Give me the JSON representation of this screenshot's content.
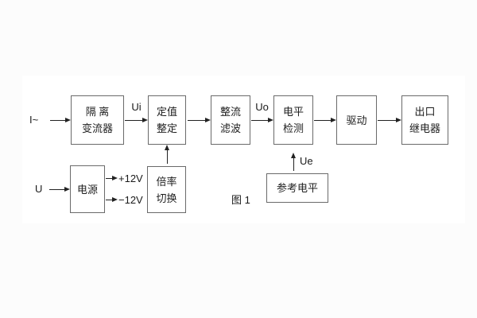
{
  "figure": {
    "caption": "图 1"
  },
  "labels": {
    "input_current": "I~",
    "input_voltage": "U",
    "ui": "Ui",
    "uo": "Uo",
    "ue": "Ue",
    "plus_12v": "+12V",
    "minus_12v": "−12V"
  },
  "blocks": {
    "isolation": {
      "line1": "隔 离",
      "line2": "变流器"
    },
    "setting": {
      "line1": "定值",
      "line2": "整定"
    },
    "rectify": {
      "line1": "整流",
      "line2": "滤波"
    },
    "level": {
      "line1": "电平",
      "line2": "检测"
    },
    "drive": {
      "line1": "驱动"
    },
    "output": {
      "line1": "出口",
      "line2": "继电器"
    },
    "power": {
      "line1": "电源"
    },
    "ratio": {
      "line1": "倍率",
      "line2": "切换"
    },
    "reference": {
      "line1": "参考电平"
    }
  },
  "colors": {
    "line": "#222222",
    "box_border": "#6a6a6a",
    "background": "#fcfcfc",
    "paper": "#ffffff",
    "text": "#1e1e1e"
  }
}
